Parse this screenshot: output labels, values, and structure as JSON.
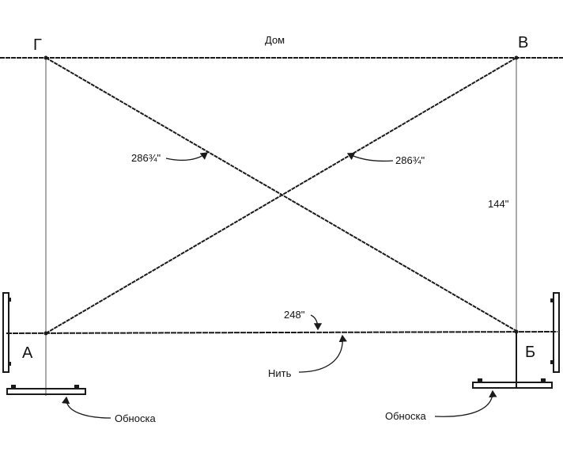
{
  "colors": {
    "stroke": "#1a1a1a",
    "background": "#ffffff"
  },
  "points": {
    "top_left": "Г",
    "top_right": "В",
    "bottom_left": "А",
    "bottom_right": "Б"
  },
  "house_label": "Дом",
  "dimensions": {
    "diagonal_left": "286¾\"",
    "diagonal_right": "286¾\"",
    "side": "144\"",
    "base": "248\""
  },
  "labels": {
    "string": "Нить",
    "batter_board_left": "Обноска",
    "batter_board_right": "Обноска"
  }
}
